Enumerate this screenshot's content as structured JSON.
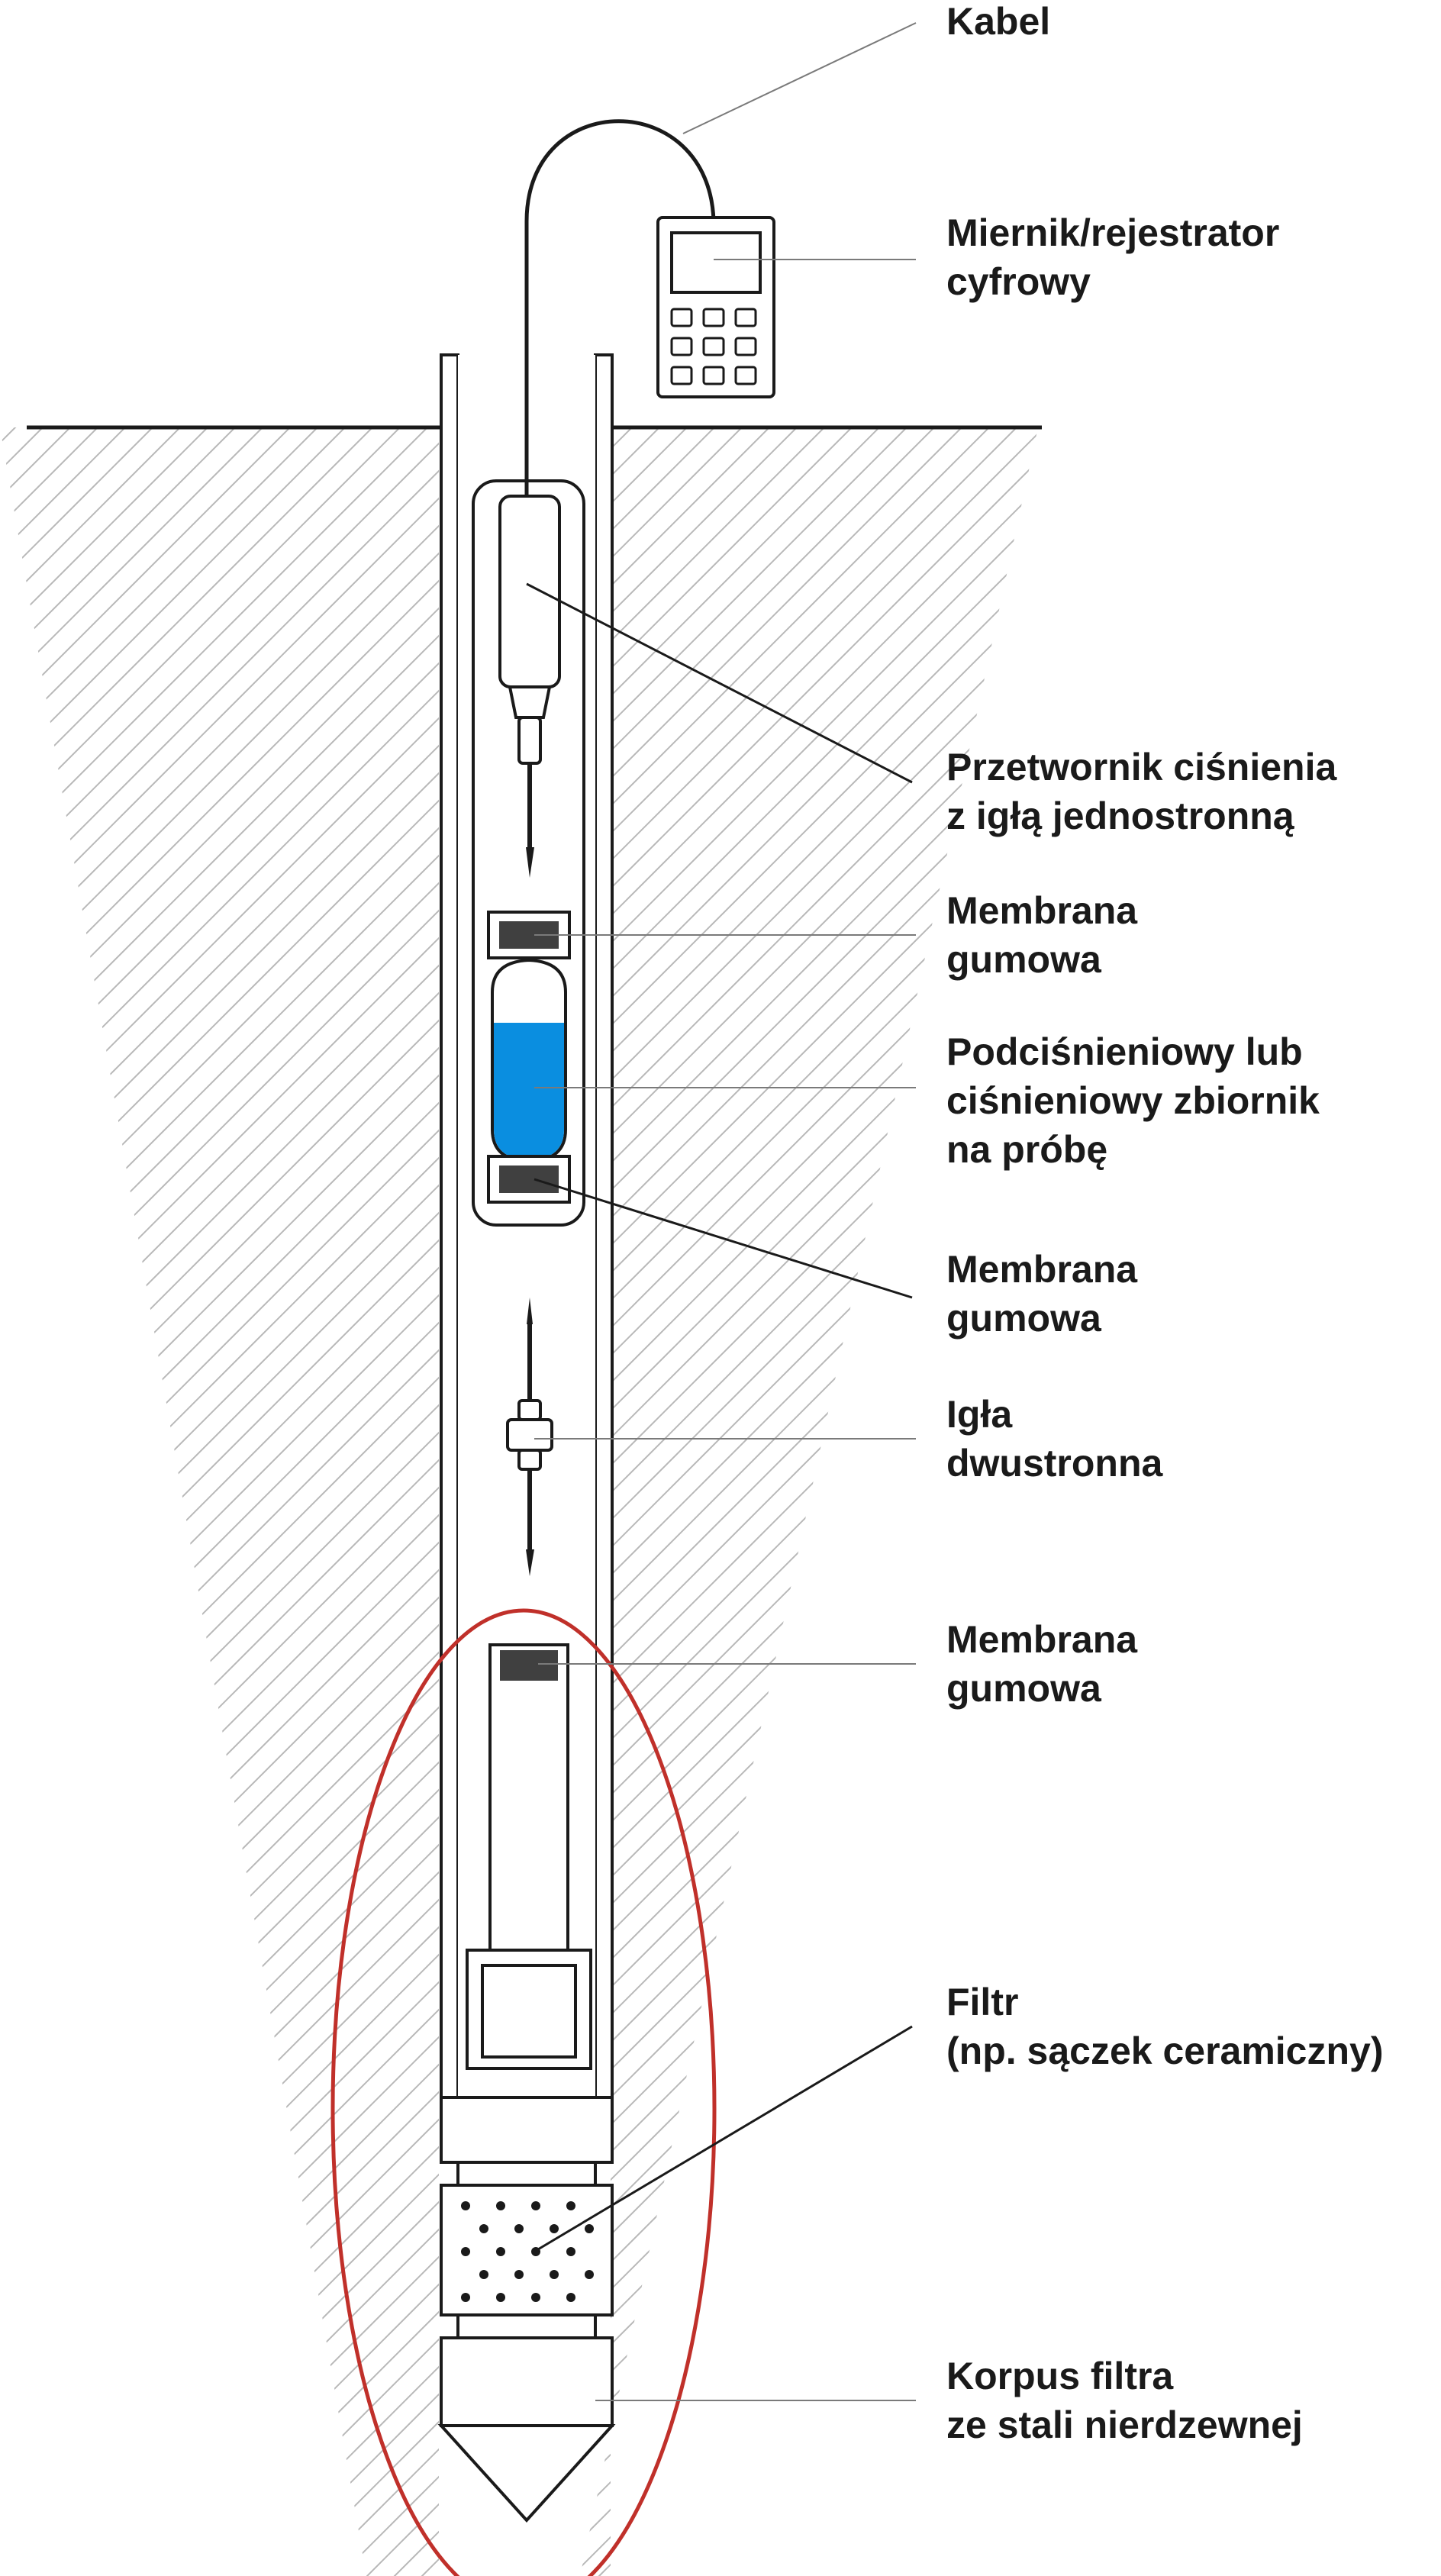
{
  "colors": {
    "water": "#0a8ee0",
    "membrane": "#404040",
    "highlight_ellipse": "#c0302a",
    "line": "#1a1a1a",
    "hatch": "#b8b8b8"
  },
  "labels": {
    "cable": [
      "Kabel"
    ],
    "meter": [
      "Miernik/rejestrator",
      "cyfrowy"
    ],
    "transducer": [
      "Przetwornik ciśnienia",
      "z igłą jednostronną"
    ],
    "membrane_top": [
      "Membrana",
      "gumowa"
    ],
    "sample_container": [
      "Podciśnieniowy lub",
      "ciśnieniowy zbiornik",
      "na próbę"
    ],
    "membrane_mid": [
      "Membrana",
      "gumowa"
    ],
    "double_needle": [
      "Igła",
      "dwustronna"
    ],
    "membrane_bottom": [
      "Membrana",
      "gumowa"
    ],
    "filter": [
      "Filtr",
      "(np. sączek ceramiczny)"
    ],
    "filter_body": [
      "Korpus filtra",
      "ze stali nierdzewnej"
    ]
  }
}
